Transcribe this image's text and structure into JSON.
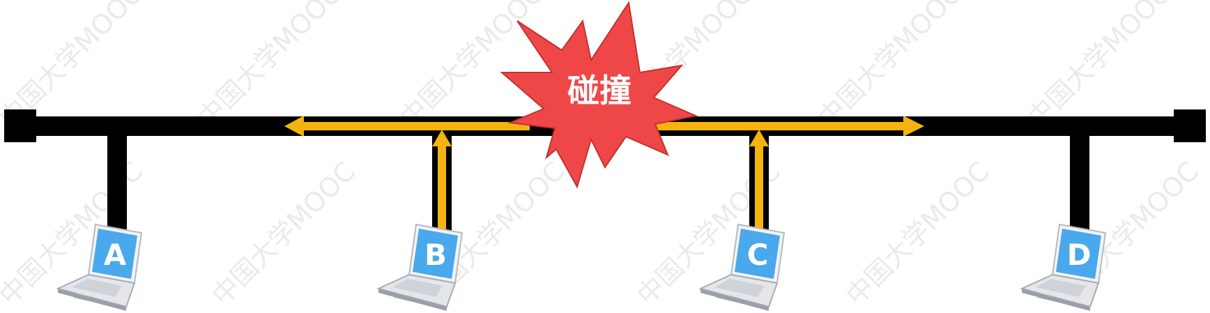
{
  "collision_label": "碰撞",
  "watermark": "中国大学MOOC",
  "hosts": [
    {
      "label": "A",
      "transmitting": false
    },
    {
      "label": "B",
      "transmitting": true
    },
    {
      "label": "C",
      "transmitting": true
    },
    {
      "label": "D",
      "transmitting": false
    }
  ],
  "colors": {
    "bus": "#000000",
    "signal": "#f5b30f",
    "burst_fill": "#ef4747",
    "burst_stroke": "#c23232",
    "screen": "#4aa8ec",
    "laptop_body": "#e4e6ea"
  },
  "icons": [
    "laptop-icon",
    "collision-burst-icon",
    "arrow-left-icon",
    "arrow-right-icon",
    "arrow-up-icon"
  ]
}
